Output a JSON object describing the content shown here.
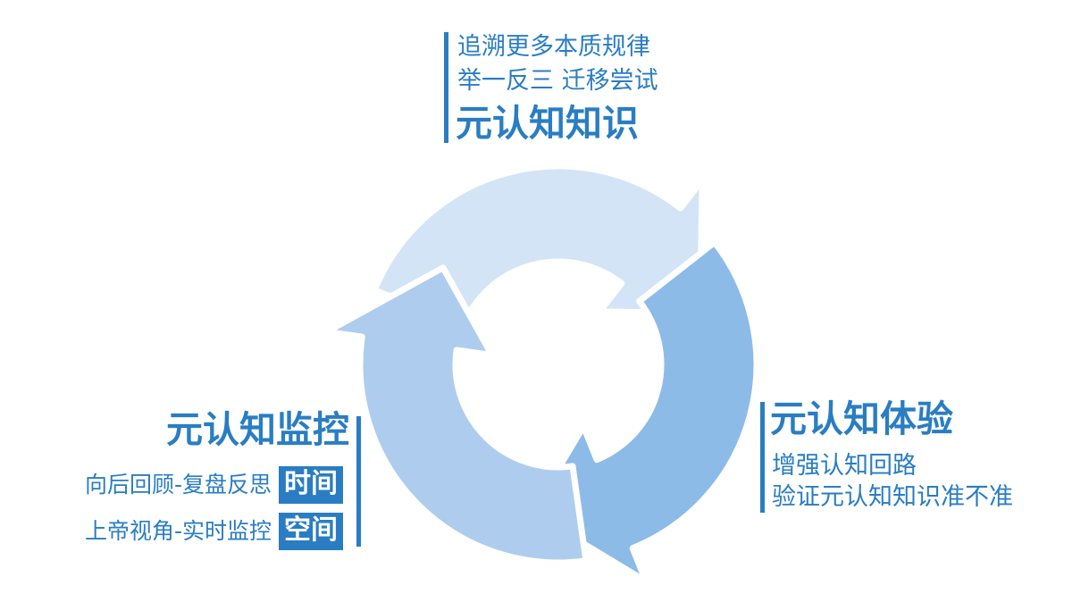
{
  "colors": {
    "text": "#2a7dc3",
    "segment_top": "#d3e4f7",
    "segment_right": "#8dbbe8",
    "segment_left": "#aecdee",
    "tag_bg": "#2a7dc3",
    "tag_text": "#ffffff"
  },
  "top": {
    "line1": "追溯更多本质规律",
    "line2": "举一反三 迁移尝试",
    "title": "元认知知识"
  },
  "right": {
    "title": "元认知体验",
    "line1": "增强认知回路",
    "line2": "验证元认知知识准不准"
  },
  "left": {
    "title": "元认知监控",
    "row1_text": "向后回顾-复盘反思",
    "row1_tag": "时间",
    "row2_text": "上帝视角-实时监控",
    "row2_tag": "空间"
  }
}
